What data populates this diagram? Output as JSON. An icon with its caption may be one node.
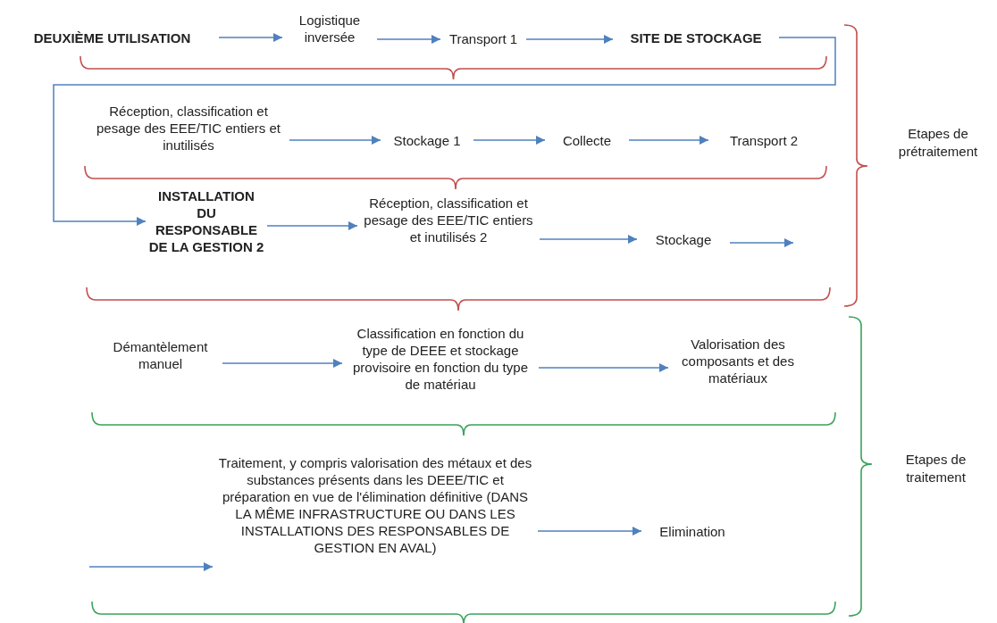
{
  "diagram": {
    "nodes": [
      {
        "text": [
          "DEUXIÈME UTILISATION"
        ]
      },
      {
        "text": [
          "Logistique inversée"
        ]
      },
      {
        "text": [
          "Transport 1"
        ]
      },
      {
        "text": [
          "SITE DE STOCKAGE"
        ]
      },
      {
        "text": [
          "Réception, classification et pesage des EEE/TIC entiers et inutilisés"
        ]
      },
      {
        "text": [
          "Stockage 1"
        ]
      },
      {
        "text": [
          "Collecte"
        ]
      },
      {
        "text": [
          "Transport 2"
        ]
      },
      {
        "text": [
          "INSTALLATION DU RESPONSABLE DE LA GESTION 2"
        ]
      },
      {
        "text": [
          "Réception, classification et pesage des EEE/TIC entiers et inutilisés 2"
        ]
      },
      {
        "text": [
          "Stockage"
        ]
      },
      {
        "text": [
          "Démantèlement manuel"
        ]
      },
      {
        "text": [
          "Classification en fonction du type de DEEE et stockage provisoire en fonction du type de matériau"
        ]
      },
      {
        "text": [
          "Valorisation des composants et des matériaux"
        ]
      },
      {
        "text": [
          "Traitement, y compris valorisation des métaux et des substances présents dans les DEEE/TIC et préparation en vue de l'élimination définitive (DANS LA MÊME INFRASTRUCTURE OU DANS LES INSTALLATIONS DES RESPONSABLES DE GESTION EN AVAL)"
        ]
      },
      {
        "text": [
          "Elimination"
        ]
      }
    ],
    "edges": [
      {
        "from": 0,
        "to": 1,
        "arrow": "to"
      },
      {
        "from": 1,
        "to": 2,
        "arrow": "to"
      },
      {
        "from": 2,
        "to": 3,
        "arrow": "to"
      },
      {
        "from": 3,
        "to": 8,
        "arrow": "to"
      },
      {
        "from": 4,
        "to": 5,
        "arrow": "to"
      },
      {
        "from": 5,
        "to": 6,
        "arrow": "to"
      },
      {
        "from": 6,
        "to": 7,
        "arrow": "to"
      },
      {
        "from": 8,
        "to": 9,
        "arrow": "to"
      },
      {
        "from": 9,
        "to": 10,
        "arrow": "to"
      },
      {
        "from": 10,
        "to": null,
        "arrow": "to"
      },
      {
        "from": 11,
        "to": 12,
        "arrow": "to"
      },
      {
        "from": 12,
        "to": 13,
        "arrow": "to"
      },
      {
        "from": null,
        "to": 14,
        "arrow": "to"
      },
      {
        "from": 14,
        "to": 15,
        "arrow": "to"
      }
    ],
    "labels": [
      "Etapes de prétraitement",
      "Etapes de traitement"
    ]
  }
}
